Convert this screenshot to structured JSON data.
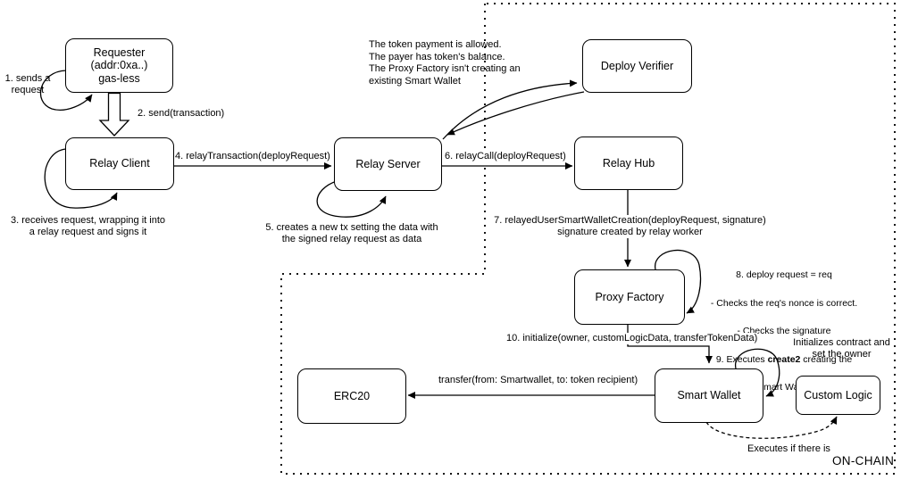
{
  "diagram": {
    "region_label": "ON-CHAIN",
    "colors": {
      "line": "#000000",
      "background": "#ffffff",
      "text": "#000000"
    },
    "nodes": {
      "requester": "Requester\n(addr:0xa..)\ngas-less",
      "relay_client": "Relay Client",
      "relay_server": "Relay Server",
      "deploy_verifier": "Deploy Verifier",
      "relay_hub": "Relay Hub",
      "proxy_factory": "Proxy Factory",
      "smart_wallet": "Smart Wallet",
      "custom_logic": "Custom Logic",
      "erc20": "ERC20"
    },
    "labels": {
      "step1": "1. sends a\nrequest",
      "step2": "2. send(transaction)",
      "step3": "3. receives request, wrapping it into\na relay request and signs it",
      "step4": "4. relayTransaction(deployRequest)",
      "step5": "5. creates a new tx setting the data with\nthe signed relay request as data",
      "step6": "6. relayCall(deployRequest)",
      "step7": "7. relayedUserSmartWalletCreation(deployRequest, signature)\nsignature created by relay worker",
      "verifier_checks": "The token payment is allowed.\nThe payer has token's balance.\nThe Proxy Factory isn't creating an\nexisting Smart Wallet",
      "step8_line1": "8. deploy request = req",
      "step8_line2": "- Checks the req's nonce is correct.",
      "step8_line3": "- Checks the signature",
      "step9_pre": "9. Executes ",
      "step9_bold": "create2",
      "step9_post": " creating the",
      "step9_line2": "Smart Wallet",
      "step10": "10. initialize(owner, customLogicData, transferTokenData)",
      "initializes_note": "Initializes contract and\nset the owner",
      "transfer_call": "transfer(from: Smartwallet, to: token recipient)",
      "executes_note": "Executes if there is"
    }
  }
}
